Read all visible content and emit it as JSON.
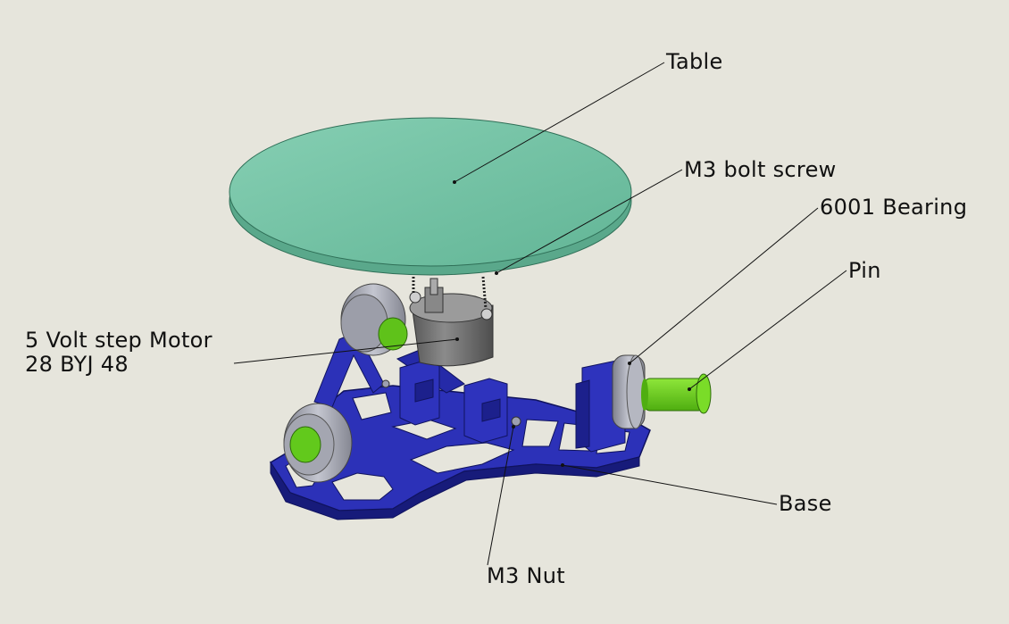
{
  "labels": {
    "table": "Table",
    "bolt": "M3 bolt screw",
    "bearing": "6001 Bearing",
    "pin": "Pin",
    "motor_line1": "5 Volt step Motor",
    "motor_line2": "28 BYJ 48",
    "base": "Base",
    "nut": "M3 Nut"
  },
  "colors": {
    "background": "#e6e5dc",
    "table": "#6fbfa1",
    "base": "#2a2fb0",
    "bearing": "#a9abb6",
    "pin": "#6ad11a",
    "motor": "#7d7d7d"
  }
}
